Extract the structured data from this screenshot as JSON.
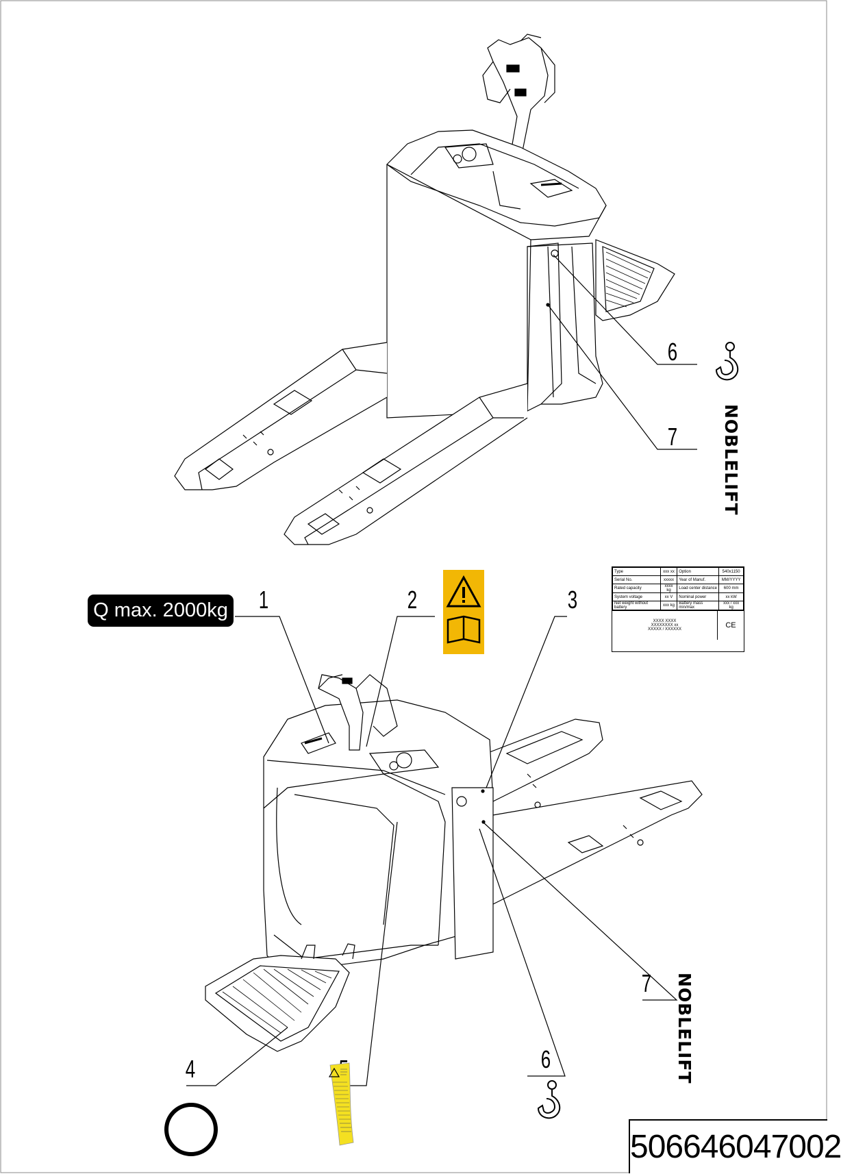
{
  "callouts": {
    "top_6": "6",
    "top_7": "7",
    "c1": "1",
    "c2": "2",
    "c3": "3",
    "c4": "4",
    "c5": "5",
    "c6": "6",
    "c7": "7"
  },
  "capacity_label": "Q max. 2000kg",
  "brand": "NOBLELIFT",
  "part_number": "506646047002",
  "nameplate": {
    "rows": [
      [
        "Type",
        "xxx xx",
        "Option",
        "540x1150"
      ],
      [
        "Serial No.",
        "xxxxx",
        "Year of Manuf.",
        "MM/YYYY"
      ],
      [
        "Rated capacity",
        "xxxx kg",
        "Load center distance",
        "600 mm"
      ],
      [
        "System voltage",
        "xx V",
        "Nominal power",
        "xx kW"
      ],
      [
        "Net weight without battery",
        "xxx kg",
        "Battery mass min/max",
        "xxx / xxx kg"
      ]
    ],
    "code_lines": [
      "XXXX XXXX",
      "XXXXXXXX xx",
      "XXXXX / XXXXXX"
    ],
    "mark": "CE"
  },
  "icons": {
    "hook": "lifting-hook-icon",
    "warning": "warning-manual-icon",
    "ring": "ring-icon",
    "warning_sticker": "warning-sticker-icon"
  },
  "colors": {
    "sign_yellow": "#F2B705",
    "label_yellow": "#F4E021",
    "ink": "#000000"
  }
}
